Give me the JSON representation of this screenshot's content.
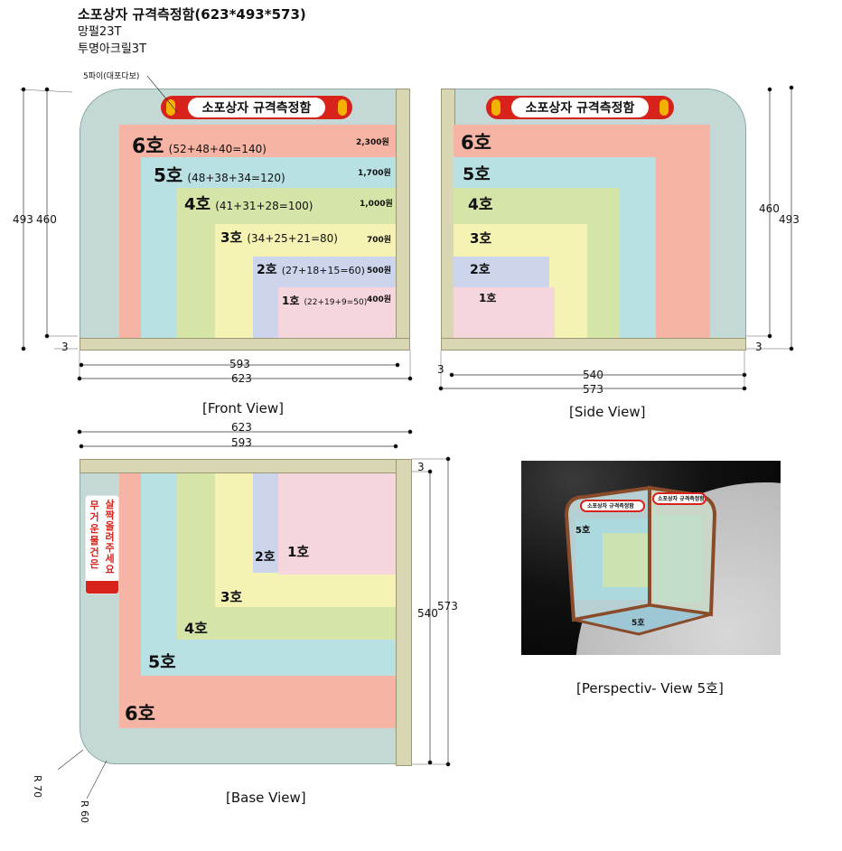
{
  "header": {
    "title": "소포상자 규격측정함(623*493*573)",
    "line1": "망펄23T",
    "line2": "투명아크릴3T"
  },
  "colors": {
    "frame": "#c4d8d5",
    "wall": "#d9d6b4",
    "size6": "#f6b4a4",
    "size5": "#b9e0e3",
    "size4": "#d5e4a7",
    "size3": "#f5f3b3",
    "size2": "#ccd5ec",
    "size1": "#f4d6dc",
    "banner_red": "#d8231d"
  },
  "front": {
    "callout": "5파이(대포다보)",
    "banner": "소포상자 규격측정함",
    "sizes": [
      {
        "name": "6호",
        "formula": "(52+48+40=140)",
        "price": "2,300원"
      },
      {
        "name": "5호",
        "formula": "(48+38+34=120)",
        "price": "1,700원"
      },
      {
        "name": "4호",
        "formula": "(41+31+28=100)",
        "price": "1,000원"
      },
      {
        "name": "3호",
        "formula": "(34+25+21=80)",
        "price": "700원"
      },
      {
        "name": "2호",
        "formula": "(27+18+15=60)",
        "price": "500원"
      },
      {
        "name": "1호",
        "formula": "(22+19+9=50)",
        "price": "400원"
      }
    ],
    "dims": {
      "h_outer": "493",
      "h_inner": "460",
      "thick": "3",
      "w_inner": "593",
      "w_outer": "623"
    },
    "caption": "[Front View]"
  },
  "side": {
    "banner": "소포상자 규격측정함",
    "sizes": [
      "6호",
      "5호",
      "4호",
      "3호",
      "2호",
      "1호"
    ],
    "dims": {
      "h_inner": "460",
      "h_outer": "493",
      "thick_r": "3",
      "thick_l": "3",
      "w_inner": "540",
      "w_outer": "573"
    },
    "caption": "[Side View]"
  },
  "base": {
    "dims": {
      "w_outer": "623",
      "w_inner": "593",
      "thick": "3",
      "d_inner": "540",
      "d_outer": "573",
      "r70": "R 70",
      "r60": "R 60"
    },
    "sizes": [
      "1호",
      "2호",
      "3호",
      "4호",
      "5호",
      "6호"
    ],
    "sticker_col1": "살짝 올려주세요",
    "sticker_col2": "무거운 물건은",
    "caption": "[Base View]"
  },
  "perspective": {
    "caption": "[Perspectiv- View 5호]",
    "banner_left": "소포상자 규격측정함",
    "banner_right": "소포상자 규격측정함",
    "size_label": "5호",
    "size_label_bottom": "5호"
  }
}
